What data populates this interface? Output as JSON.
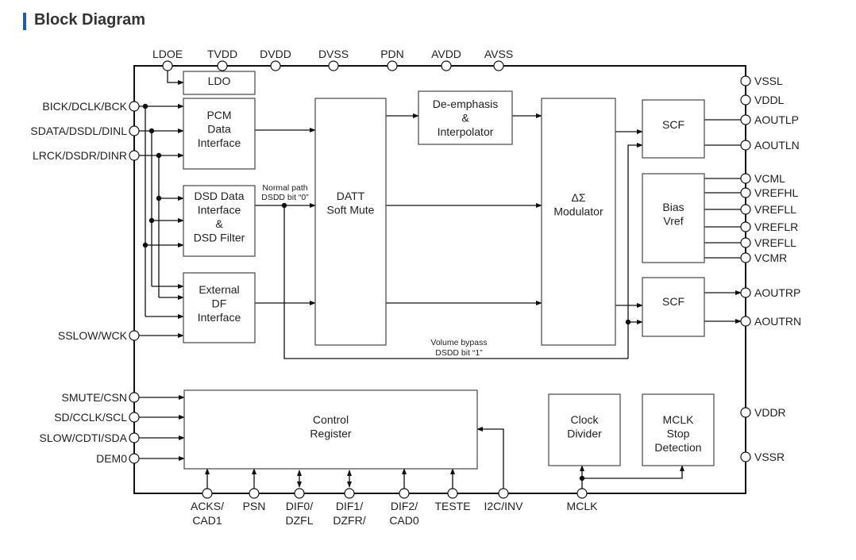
{
  "header": {
    "title": "Block Diagram",
    "accent_color": "#1f5fa8"
  },
  "pins": {
    "top": [
      "LDOE",
      "TVDD",
      "DVDD",
      "DVSS",
      "PDN",
      "AVDD",
      "AVSS"
    ],
    "left": [
      "BICK/DCLK/BCK",
      "SDATA/DSDL/DINL",
      "LRCK/DSDR/DINR",
      "SSLOW/WCK",
      "SMUTE/CSN",
      "SD/CCLK/SCL",
      "SLOW/CDTI/SDA",
      "DEM0"
    ],
    "right": [
      "VSSL",
      "VDDL",
      "AOUTLP",
      "AOUTLN",
      "VCML",
      "VREFHL",
      "VREFLL",
      "VREFLR",
      "VREFLL",
      "VCMR",
      "AOUTRP",
      "AOUTRN",
      "VDDR",
      "VSSR"
    ],
    "bottom": [
      {
        "line1": "ACKS/",
        "line2": "CAD1"
      },
      {
        "line1": "PSN",
        "line2": ""
      },
      {
        "line1": "DIF0/",
        "line2": "DZFL"
      },
      {
        "line1": "DIF1/",
        "line2": "DZFR/"
      },
      {
        "line1": "DIF2/",
        "line2": "CAD0"
      },
      {
        "line1": "TESTE",
        "line2": ""
      },
      {
        "line1": "I2C/INV",
        "line2": ""
      },
      {
        "line1": "MCLK",
        "line2": ""
      }
    ]
  },
  "blocks": {
    "ldo": [
      "LDO"
    ],
    "pcm": [
      "PCM",
      "Data",
      "Interface"
    ],
    "dsd": [
      "DSD Data",
      "Interface",
      "&",
      "DSD Filter"
    ],
    "extdf": [
      "External",
      "DF",
      "Interface"
    ],
    "datt": [
      "DATT",
      "Soft Mute"
    ],
    "deemph": [
      "De-emphasis",
      "&",
      "Interpolator"
    ],
    "modulator": [
      "ΔΣ",
      "Modulator"
    ],
    "scf_l": [
      "SCF"
    ],
    "bias": [
      "Bias",
      "Vref"
    ],
    "scf_r": [
      "SCF"
    ],
    "control": [
      "Control",
      "Register"
    ],
    "clockdiv": [
      "Clock",
      "Divider"
    ],
    "mclkstop": [
      "MCLK",
      "Stop",
      "Detection"
    ]
  },
  "annotations": {
    "normal_path": [
      "Normal path",
      "DSDD bit “0”"
    ],
    "volume_bypass": [
      "Volume bypass",
      "DSDD bit “1”"
    ]
  }
}
